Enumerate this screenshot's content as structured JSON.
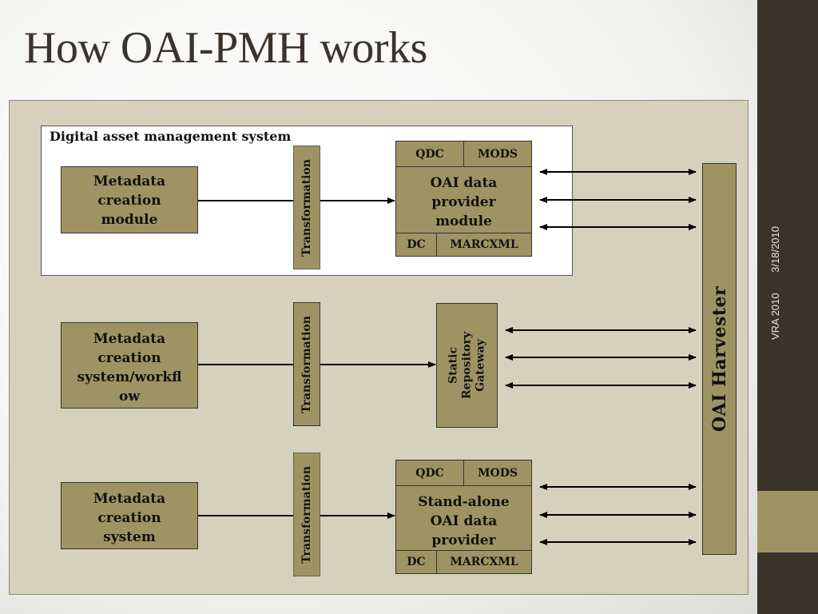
{
  "slide": {
    "title": "How OAI-PMH works",
    "footer_event": "VRA 2010",
    "footer_date": "3/18/2010"
  },
  "diagram": {
    "dams_label": "Digital asset management system",
    "row1": {
      "source": "Metadata creation module",
      "transformation": "Transformation",
      "provider": "OAI data provider module",
      "formats": [
        "QDC",
        "MODS",
        "DC",
        "MARCXML"
      ]
    },
    "row2": {
      "source": "Metadata creation system/workfl ow",
      "transformation": "Transformation",
      "gateway_line1": "Static",
      "gateway_line2": "Repository",
      "gateway_line3": "Gateway"
    },
    "row3": {
      "source": "Metadata creation system",
      "transformation": "Transformation",
      "provider": "Stand-alone OAI data provider",
      "formats": [
        "QDC",
        "MODS",
        "DC",
        "MARCXML"
      ]
    },
    "harvester": "OAI Harvester"
  }
}
